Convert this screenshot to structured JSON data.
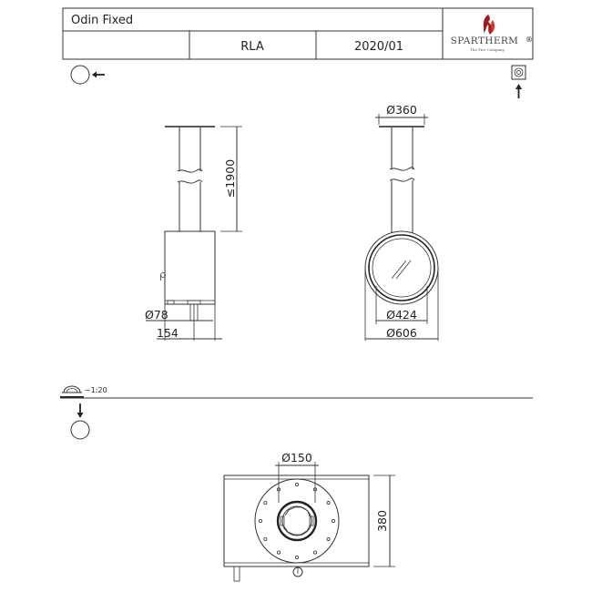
{
  "title_block": {
    "model": "Odin Fixed",
    "code": "RLA",
    "date": "2020/01",
    "brand": "SPARTHERM",
    "brand_mark": "®",
    "tagline": "The Fire Company"
  },
  "icons": {
    "view_front": "circle-left-arrow-icon",
    "view_side": "stove-up-arrow-icon",
    "view_top": "circle-down-arrow-icon",
    "scale_symbol": "arch-scale-icon",
    "logo_flame": "flame-logo-icon"
  },
  "scale_note": "~1:20",
  "dimensions": {
    "height": "≤1900",
    "flue_pipe": "Ø78",
    "flue_offset": "154",
    "ceiling_plate": "Ø360",
    "door": "Ø424",
    "body": "Ø606",
    "top_outlet": "Ø150",
    "depth": "380"
  },
  "colors": {
    "line": "#333333",
    "flame_dark": "#9e1b1b",
    "flame_light": "#d9352c"
  }
}
